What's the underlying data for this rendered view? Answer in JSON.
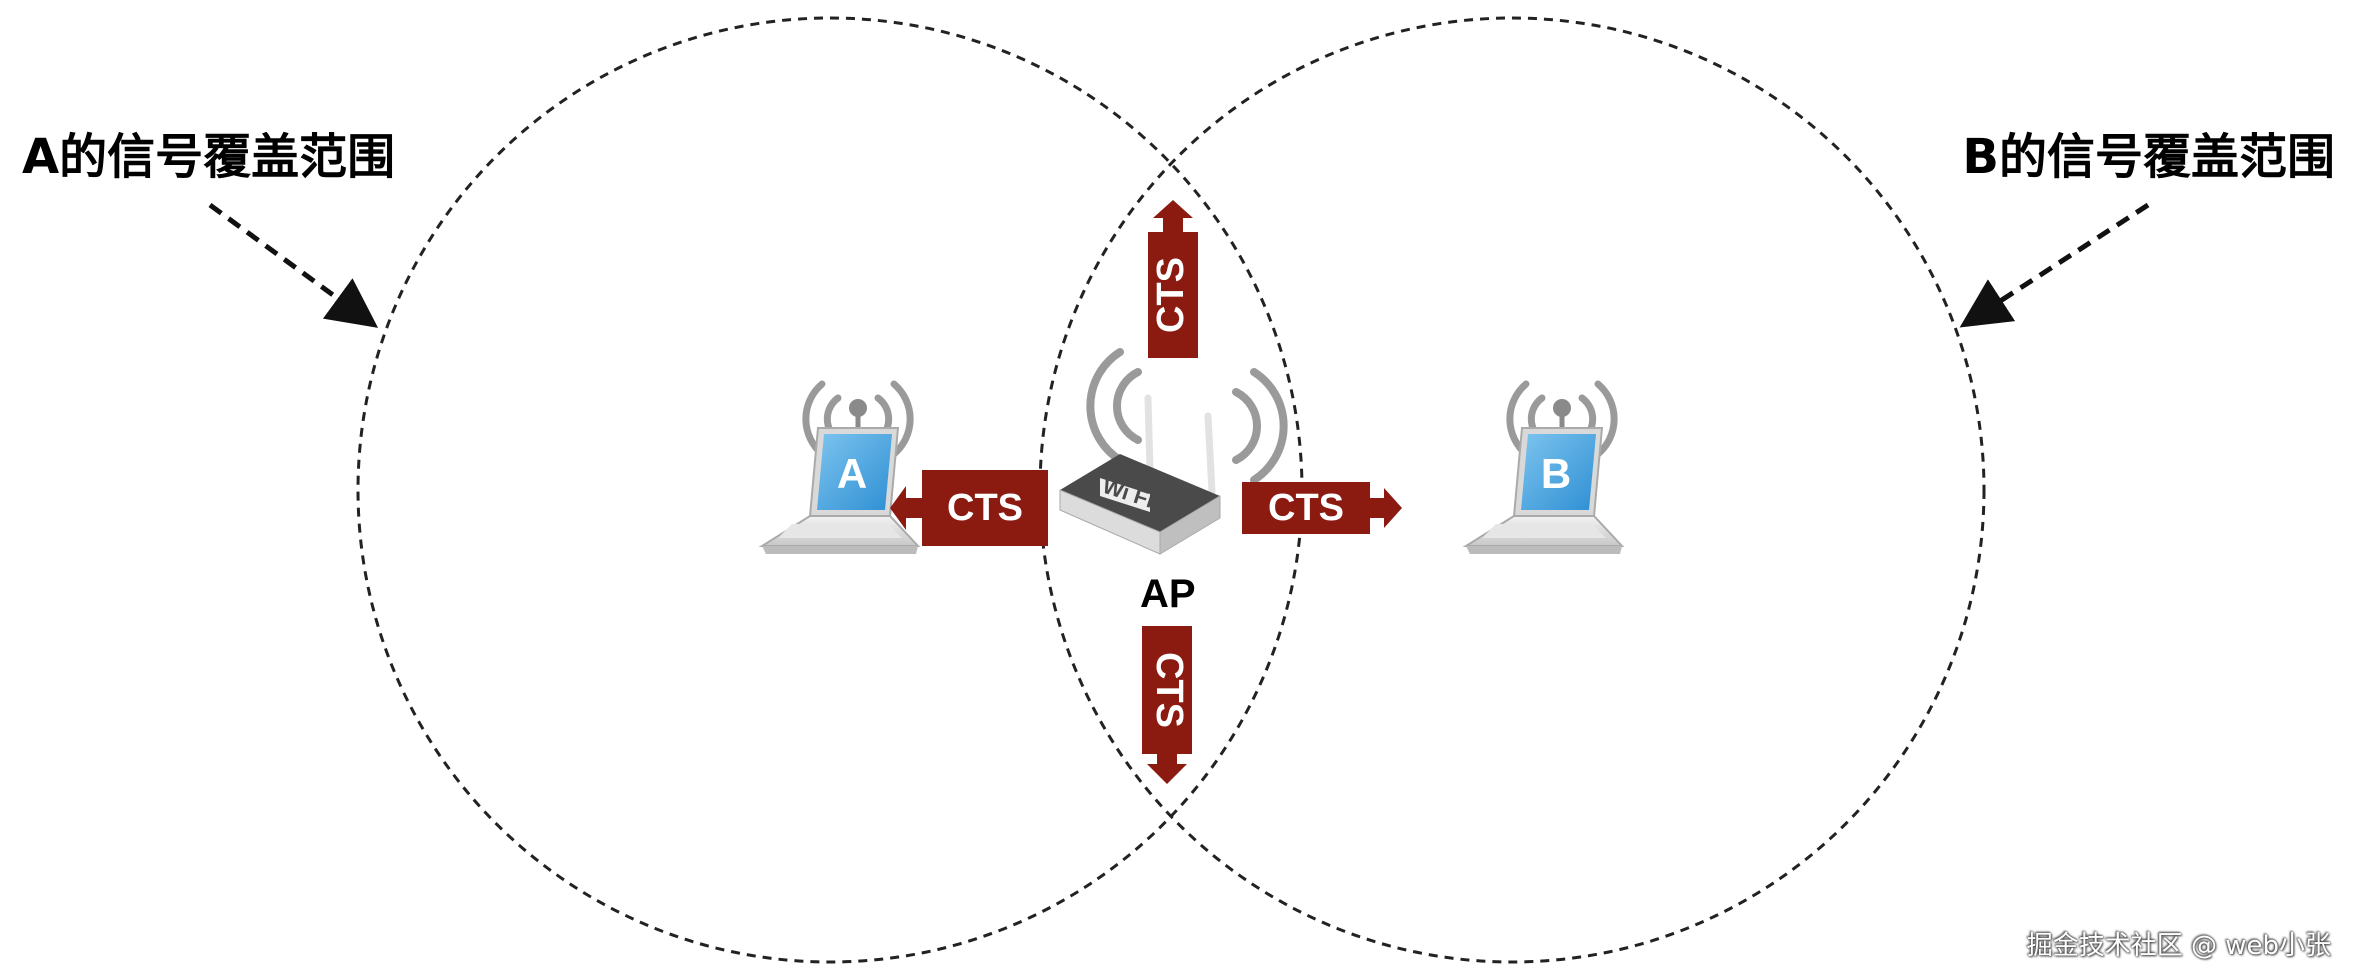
{
  "labels": {
    "a_coverage": "A的信号覆盖范围",
    "b_coverage": "B的信号覆盖范围",
    "ap": "AP",
    "watermark": "掘金技术社区 @ web小张"
  },
  "devices": {
    "laptop_a": "A",
    "laptop_b": "B",
    "router_badge": "Wi Fi"
  },
  "messages": [
    {
      "id": "up",
      "text": "CTS"
    },
    {
      "id": "left",
      "text": "CTS"
    },
    {
      "id": "right",
      "text": "CTS"
    },
    {
      "id": "down",
      "text": "CTS"
    }
  ],
  "colors": {
    "cts_fill": "#8b1a10",
    "circle_stroke": "#222222",
    "screen_blue": "#4aa3de",
    "signal_gray": "#9a9a9a"
  },
  "icons": {
    "signal": "wifi-waves-icon",
    "laptop": "laptop-icon",
    "router": "wifi-router-icon"
  }
}
